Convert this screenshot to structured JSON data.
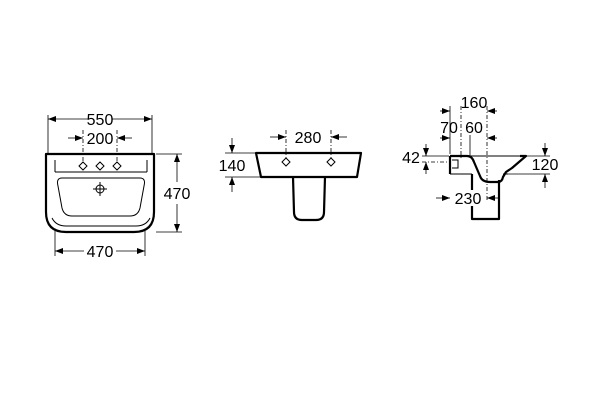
{
  "top_view": {
    "overall_width": "550",
    "tap_spacing": "200",
    "depth": "470",
    "bottom_width": "470"
  },
  "front_view": {
    "tap_spacing": "280",
    "height": "140"
  },
  "side_view": {
    "top_offset": "160",
    "back_offset": "70",
    "tap_offset": "60",
    "rim_drop": "42",
    "basin_height": "120",
    "pedestal_offset": "230"
  }
}
